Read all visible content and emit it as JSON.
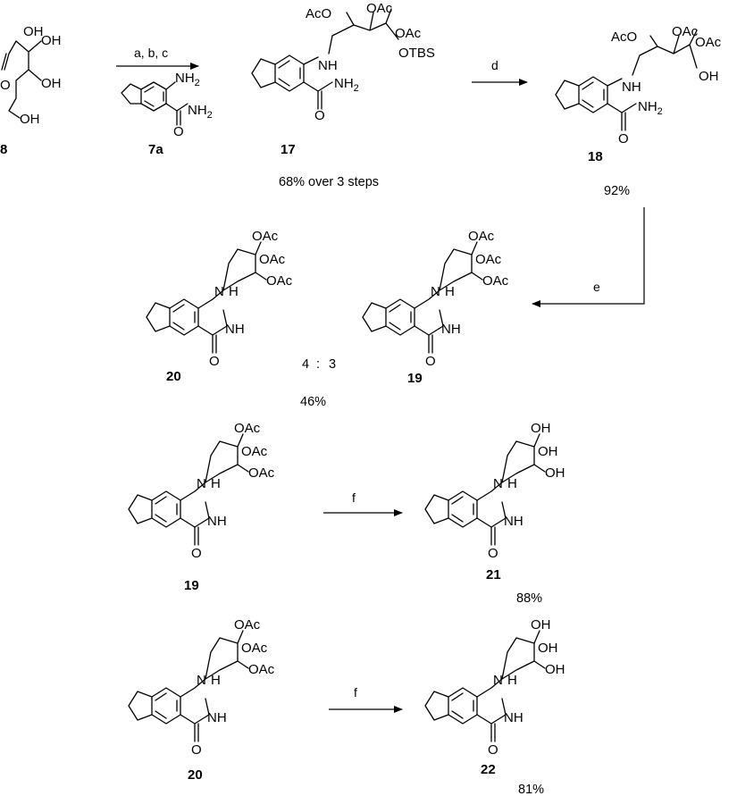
{
  "compounds": {
    "c8": "8",
    "c7a": "7a",
    "c17": "17",
    "c18": "18",
    "c19a": "19",
    "c20a": "20",
    "c19b": "19",
    "c21": "21",
    "c20b": "20",
    "c22": "22"
  },
  "reagents": {
    "abc": "a, b, c",
    "d": "d",
    "e": "e",
    "f1": "f",
    "f2": "f"
  },
  "yields": {
    "y17": "68% over 3 steps",
    "y18": "92%",
    "y1920": "46%",
    "y21": "88%",
    "y22": "81%"
  },
  "ratio": {
    "left": "4",
    "sep": ":",
    "right": "3"
  },
  "groups": {
    "oh": "OH",
    "oac": "OAc",
    "aco": "AcO",
    "otbs": "OTBS",
    "nh": "NH",
    "nh2": "NH",
    "nh2_sub": "2",
    "n": "N",
    "o": "O",
    "h": "H"
  }
}
